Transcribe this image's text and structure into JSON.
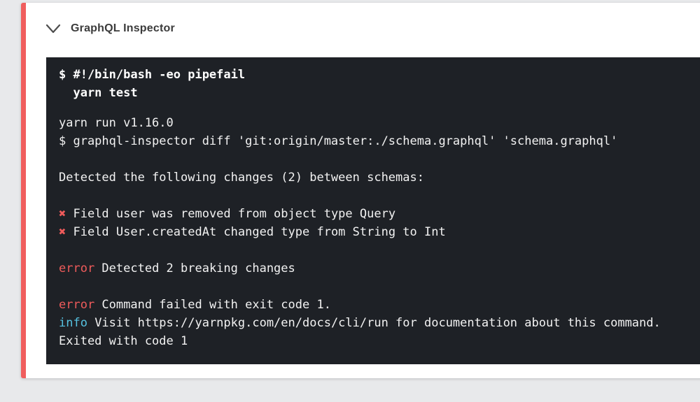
{
  "step": {
    "title": "GraphQL Inspector"
  },
  "colors": {
    "page_bg": "#e8e9eb",
    "accent_red": "#f05e5e",
    "terminal_bg": "#1e2126",
    "terminal_text": "#f2f2f2",
    "title_text": "#3b3b3b",
    "error_red": "#ef5b5b",
    "info_cyan": "#56c2e1"
  },
  "icons": {
    "collapse": "chevron-down-icon"
  },
  "terminal": {
    "lines": [
      {
        "segments": [
          {
            "text": "$ #!/bin/bash -eo pipefail",
            "style": "bold"
          }
        ]
      },
      {
        "segments": [
          {
            "text": "  yarn test",
            "style": "bold"
          }
        ]
      },
      {
        "blank": true,
        "size": "sm",
        "segments": []
      },
      {
        "segments": [
          {
            "text": "yarn run v1.16.0"
          }
        ]
      },
      {
        "segments": [
          {
            "text": "$ graphql-inspector diff 'git:origin/master:./schema.graphql' 'schema.graphql'"
          }
        ]
      },
      {
        "blank": true,
        "segments": []
      },
      {
        "segments": [
          {
            "text": "Detected the following changes (2) between schemas:"
          }
        ]
      },
      {
        "blank": true,
        "segments": []
      },
      {
        "segments": [
          {
            "text": "✖ ",
            "style": "red"
          },
          {
            "text": "Field user was removed from object type Query"
          }
        ]
      },
      {
        "segments": [
          {
            "text": "✖ ",
            "style": "red"
          },
          {
            "text": "Field User.createdAt changed type from String to Int"
          }
        ]
      },
      {
        "blank": true,
        "segments": []
      },
      {
        "segments": [
          {
            "text": "error",
            "style": "red"
          },
          {
            "text": " Detected 2 breaking changes"
          }
        ]
      },
      {
        "blank": true,
        "segments": []
      },
      {
        "segments": [
          {
            "text": "error",
            "style": "red"
          },
          {
            "text": " Command failed with exit code 1."
          }
        ]
      },
      {
        "segments": [
          {
            "text": "info",
            "style": "cyan"
          },
          {
            "text": " Visit https://yarnpkg.com/en/docs/cli/run for documentation about this command."
          }
        ]
      },
      {
        "segments": [
          {
            "text": "Exited with code 1"
          }
        ]
      }
    ]
  }
}
